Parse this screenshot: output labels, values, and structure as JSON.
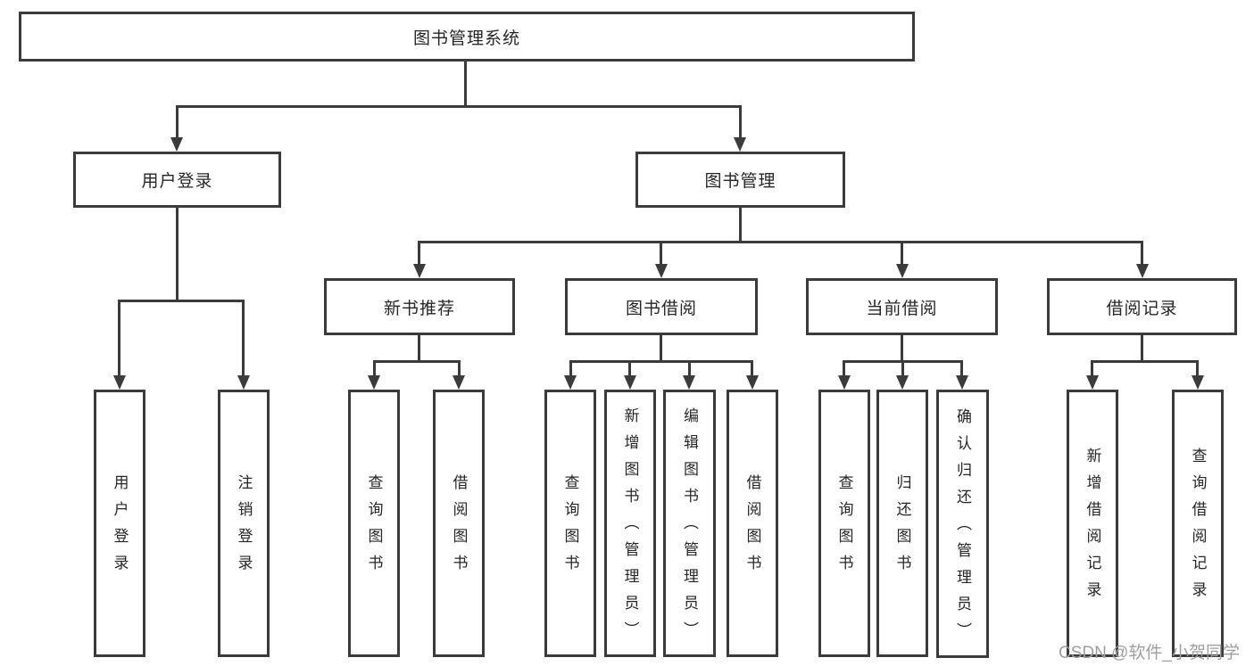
{
  "diagram": {
    "type": "hierarchy-tree",
    "title": "图书管理系统",
    "watermark": "CSDN @软件_小贺同学",
    "colors": {
      "line": "#3b3b3b",
      "text": "#262626",
      "box_background": "#ffffff",
      "watermark": "#9e9e9e"
    },
    "nodes": {
      "root": {
        "label": "图书管理系统"
      },
      "level1": [
        {
          "label": "用户登录",
          "parent": "图书管理系统"
        },
        {
          "label": "图书管理",
          "parent": "图书管理系统"
        }
      ],
      "level2": [
        {
          "label": "新书推荐",
          "parent": "图书管理"
        },
        {
          "label": "图书借阅",
          "parent": "图书管理"
        },
        {
          "label": "当前借阅",
          "parent": "图书管理"
        },
        {
          "label": "借阅记录",
          "parent": "图书管理"
        }
      ],
      "leaves": [
        {
          "label": "用户登录",
          "parent": "用户登录"
        },
        {
          "label": "注销登录",
          "parent": "用户登录"
        },
        {
          "label": "查询图书",
          "parent": "新书推荐"
        },
        {
          "label": "借阅图书",
          "parent": "新书推荐"
        },
        {
          "label": "查询图书",
          "parent": "图书借阅"
        },
        {
          "label": "新增图书（管理员）",
          "parent": "图书借阅"
        },
        {
          "label": "编辑图书（管理员）",
          "parent": "图书借阅"
        },
        {
          "label": "借阅图书",
          "parent": "图书借阅"
        },
        {
          "label": "查询图书",
          "parent": "当前借阅"
        },
        {
          "label": "归还图书",
          "parent": "当前借阅"
        },
        {
          "label": "确认归还（管理员）",
          "parent": "当前借阅"
        },
        {
          "label": "新增借阅记录",
          "parent": "借阅记录"
        },
        {
          "label": "查询借阅记录",
          "parent": "借阅记录"
        }
      ]
    }
  }
}
